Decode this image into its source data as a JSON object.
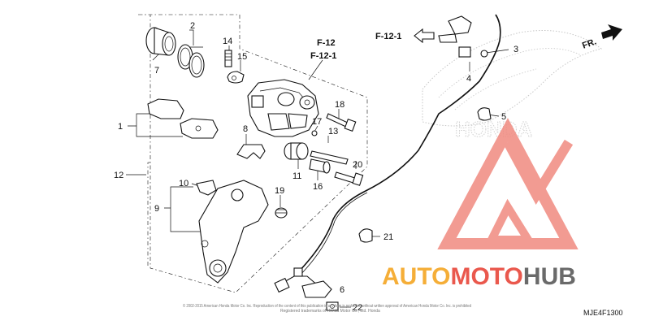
{
  "callouts": [
    {
      "id": "c1",
      "text": "1"
    },
    {
      "id": "c2",
      "text": "2"
    },
    {
      "id": "c3",
      "text": "3"
    },
    {
      "id": "c4",
      "text": "4"
    },
    {
      "id": "c5",
      "text": "5"
    },
    {
      "id": "c6",
      "text": "6"
    },
    {
      "id": "c7",
      "text": "7"
    },
    {
      "id": "c8",
      "text": "8"
    },
    {
      "id": "c9",
      "text": "9"
    },
    {
      "id": "c10",
      "text": "10"
    },
    {
      "id": "c11",
      "text": "11"
    },
    {
      "id": "c12",
      "text": "12"
    },
    {
      "id": "c13",
      "text": "13"
    },
    {
      "id": "c14",
      "text": "14"
    },
    {
      "id": "c15",
      "text": "15"
    },
    {
      "id": "c16",
      "text": "16"
    },
    {
      "id": "c17",
      "text": "17"
    },
    {
      "id": "c18",
      "text": "18"
    },
    {
      "id": "c19",
      "text": "19"
    },
    {
      "id": "c20",
      "text": "20"
    },
    {
      "id": "c21",
      "text": "21"
    },
    {
      "id": "c22",
      "text": "22"
    }
  ],
  "references": {
    "caliper_ref_1": "F-12",
    "caliper_ref_2": "F-12-1",
    "sensor_ref": "F-12-1",
    "front_label": "FR."
  },
  "watermark": {
    "part1": "AUTO",
    "part2": "MOTO",
    "part3": "HUB",
    "color_orange": "#f5a623",
    "color_red": "#e8473a",
    "color_gray": "#5a5a5a"
  },
  "brand_text": "HONDA",
  "footer": {
    "copyright": "© 2002-2015 American Honda Motor Co. Inc. Reproduction of the content of this publication in any form is prohibited without written approval of American Honda Motor Co. Inc. is prohibited",
    "copyright_2": "Registered trademarks of Honda Motor Co., Ltd. Honda",
    "diagram_code": "MJE4F1300"
  }
}
